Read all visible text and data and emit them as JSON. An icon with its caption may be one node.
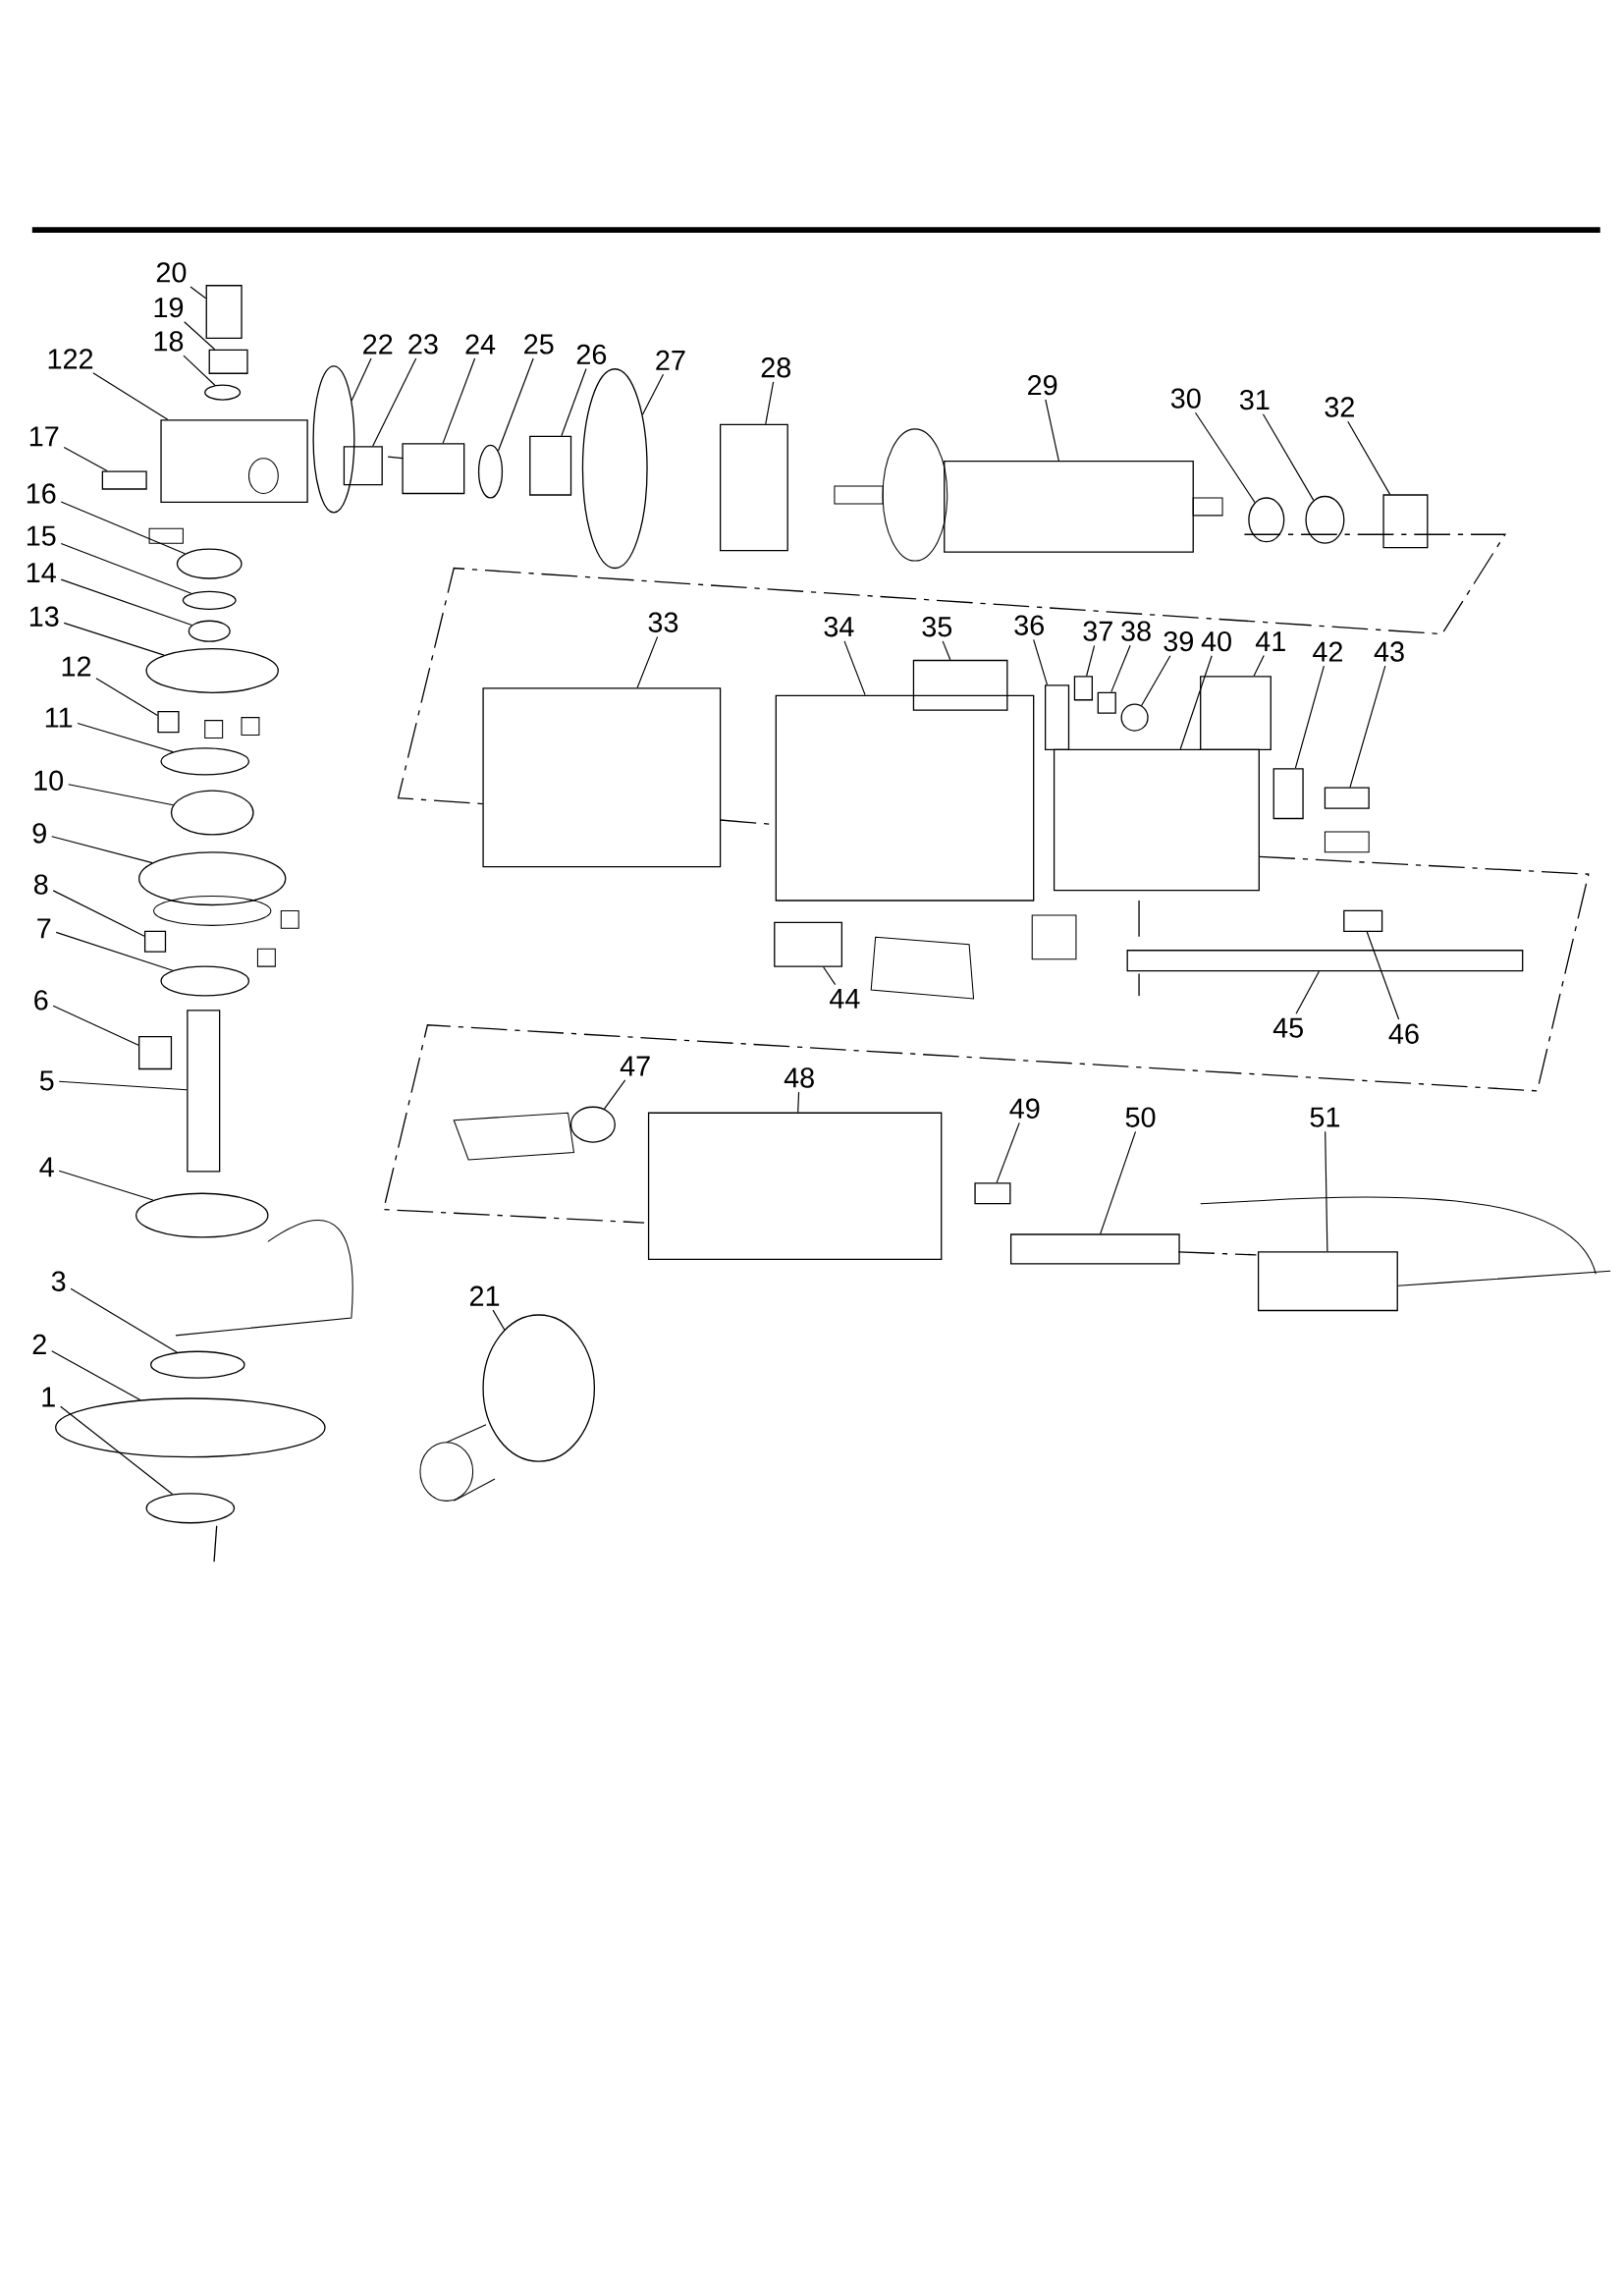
{
  "diagram": {
    "nodes": [
      {
        "text": [
          "20"
        ]
      },
      {
        "text": [
          "19"
        ]
      },
      {
        "text": [
          "18"
        ]
      },
      {
        "text": [
          "122"
        ]
      },
      {
        "text": [
          "22"
        ]
      },
      {
        "text": [
          "23"
        ]
      },
      {
        "text": [
          "24"
        ]
      },
      {
        "text": [
          "25"
        ]
      },
      {
        "text": [
          "26"
        ]
      },
      {
        "text": [
          "27"
        ]
      },
      {
        "text": [
          "28"
        ]
      },
      {
        "text": [
          "29"
        ]
      },
      {
        "text": [
          "30"
        ]
      },
      {
        "text": [
          "31"
        ]
      },
      {
        "text": [
          "32"
        ]
      },
      {
        "text": [
          "17"
        ]
      },
      {
        "text": [
          "16"
        ]
      },
      {
        "text": [
          "15"
        ]
      },
      {
        "text": [
          "14"
        ]
      },
      {
        "text": [
          "13"
        ]
      },
      {
        "text": [
          "33"
        ]
      },
      {
        "text": [
          "34"
        ]
      },
      {
        "text": [
          "35"
        ]
      },
      {
        "text": [
          "36"
        ]
      },
      {
        "text": [
          "37"
        ]
      },
      {
        "text": [
          "38"
        ]
      },
      {
        "text": [
          "39"
        ]
      },
      {
        "text": [
          "40"
        ]
      },
      {
        "text": [
          "41"
        ]
      },
      {
        "text": [
          "42"
        ]
      },
      {
        "text": [
          "43"
        ]
      },
      {
        "text": [
          "12"
        ]
      },
      {
        "text": [
          "11"
        ]
      },
      {
        "text": [
          "10"
        ]
      },
      {
        "text": [
          "9"
        ]
      },
      {
        "text": [
          "8"
        ]
      },
      {
        "text": [
          "7"
        ]
      },
      {
        "text": [
          "6"
        ]
      },
      {
        "text": [
          "44"
        ]
      },
      {
        "text": [
          "45"
        ]
      },
      {
        "text": [
          "46"
        ]
      },
      {
        "text": [
          "47"
        ]
      },
      {
        "text": [
          "48"
        ]
      },
      {
        "text": [
          "5"
        ]
      },
      {
        "text": [
          "49"
        ]
      },
      {
        "text": [
          "50"
        ]
      },
      {
        "text": [
          "51"
        ]
      },
      {
        "text": [
          "4"
        ]
      },
      {
        "text": [
          "3"
        ]
      },
      {
        "text": [
          "21"
        ]
      },
      {
        "text": [
          "2"
        ]
      },
      {
        "text": [
          "1"
        ]
      },
      {
        "text": [],
        "shape": "box"
      },
      {
        "text": [],
        "shape": "box"
      },
      {
        "text": [],
        "shape": "ellipse"
      },
      {
        "text": [],
        "shape": "box"
      },
      {
        "text": [],
        "shape": "ellipse"
      },
      {
        "text": [],
        "shape": "box"
      },
      {
        "text": [],
        "shape": "box"
      },
      {
        "text": [],
        "shape": "ellipse"
      },
      {
        "text": [],
        "shape": "box"
      },
      {
        "text": [],
        "shape": "ellipse"
      },
      {
        "text": [],
        "shape": "box"
      },
      {
        "text": [],
        "shape": "box"
      },
      {
        "text": [],
        "shape": "ellipse"
      },
      {
        "text": [],
        "shape": "ellipse"
      },
      {
        "text": [],
        "shape": "box"
      },
      {
        "text": [],
        "shape": "box"
      },
      {
        "text": [],
        "shape": "ellipse"
      },
      {
        "text": [],
        "shape": "ellipse"
      },
      {
        "text": [],
        "shape": "ellipse"
      },
      {
        "text": [],
        "shape": "ellipse"
      },
      {
        "text": [],
        "shape": "box"
      },
      {
        "text": [],
        "shape": "box"
      },
      {
        "text": [],
        "shape": "box"
      },
      {
        "text": [],
        "shape": "box"
      },
      {
        "text": [],
        "shape": "box"
      },
      {
        "text": [],
        "shape": "box"
      },
      {
        "text": [],
        "shape": "ellipse"
      },
      {
        "text": [],
        "shape": "box"
      },
      {
        "text": [],
        "shape": "box"
      },
      {
        "text": [],
        "shape": "box"
      },
      {
        "text": [],
        "shape": "box"
      },
      {
        "text": [],
        "shape": "box"
      },
      {
        "text": [],
        "shape": "ellipse"
      },
      {
        "text": [],
        "shape": "ellipse"
      },
      {
        "text": [],
        "shape": "ellipse"
      },
      {
        "text": [],
        "shape": "box"
      },
      {
        "text": [],
        "shape": "ellipse"
      },
      {
        "text": [],
        "shape": "box"
      },
      {
        "text": [],
        "shape": "box"
      },
      {
        "text": [],
        "shape": "box"
      },
      {
        "text": [],
        "shape": "box"
      },
      {
        "text": [],
        "shape": "ellipse"
      },
      {
        "text": [],
        "shape": "box"
      },
      {
        "text": [],
        "shape": "box"
      },
      {
        "text": [],
        "shape": "box"
      },
      {
        "text": [],
        "shape": "box"
      },
      {
        "text": [],
        "shape": "box"
      },
      {
        "text": [],
        "shape": "ellipse"
      },
      {
        "text": [],
        "shape": "ellipse"
      },
      {
        "text": [],
        "shape": "ellipse"
      },
      {
        "text": [],
        "shape": "ellipse"
      },
      {
        "text": [],
        "shape": "ellipse"
      }
    ],
    "edges": [
      {
        "from": 0,
        "to": 52,
        "arrow": "none"
      },
      {
        "from": 1,
        "to": 53,
        "arrow": "none"
      },
      {
        "from": 2,
        "to": 54,
        "arrow": "none"
      },
      {
        "from": 3,
        "to": 55,
        "arrow": "none"
      },
      {
        "from": 4,
        "to": 56,
        "arrow": "none"
      },
      {
        "from": 5,
        "to": 57,
        "arrow": "none"
      },
      {
        "from": 6,
        "to": 58,
        "arrow": "none"
      },
      {
        "from": 7,
        "to": 59,
        "arrow": "none"
      },
      {
        "from": 8,
        "to": 60,
        "arrow": "none"
      },
      {
        "from": 9,
        "to": 61,
        "arrow": "none"
      },
      {
        "from": 10,
        "to": 62,
        "arrow": "none"
      },
      {
        "from": 11,
        "to": 63,
        "arrow": "none"
      },
      {
        "from": 12,
        "to": 64,
        "arrow": "none"
      },
      {
        "from": 13,
        "to": 65,
        "arrow": "none"
      },
      {
        "from": 14,
        "to": 66,
        "arrow": "none"
      },
      {
        "from": 15,
        "to": 67,
        "arrow": "none"
      },
      {
        "from": 16,
        "to": 68,
        "arrow": "none"
      },
      {
        "from": 17,
        "to": 69,
        "arrow": "none"
      },
      {
        "from": 18,
        "to": 70,
        "arrow": "none"
      },
      {
        "from": 19,
        "to": 71,
        "arrow": "none"
      },
      {
        "from": 20,
        "to": 72,
        "arrow": "none"
      },
      {
        "from": 21,
        "to": 73,
        "arrow": "none"
      },
      {
        "from": 22,
        "to": 74,
        "arrow": "none"
      },
      {
        "from": 23,
        "to": 75,
        "arrow": "none"
      },
      {
        "from": 24,
        "to": 76,
        "arrow": "none"
      },
      {
        "from": 25,
        "to": 77,
        "arrow": "none"
      },
      {
        "from": 26,
        "to": 78,
        "arrow": "none"
      },
      {
        "from": 27,
        "to": 79,
        "arrow": "none"
      },
      {
        "from": 28,
        "to": 80,
        "arrow": "none"
      },
      {
        "from": 29,
        "to": 81,
        "arrow": "none"
      },
      {
        "from": 30,
        "to": 82,
        "arrow": "none"
      },
      {
        "from": 31,
        "to": 83,
        "arrow": "none"
      },
      {
        "from": 32,
        "to": 84,
        "arrow": "none"
      },
      {
        "from": 33,
        "to": 85,
        "arrow": "none"
      },
      {
        "from": 34,
        "to": 86,
        "arrow": "none"
      },
      {
        "from": 35,
        "to": 87,
        "arrow": "none"
      },
      {
        "from": 36,
        "to": 88,
        "arrow": "none"
      },
      {
        "from": 37,
        "to": 89,
        "arrow": "none"
      },
      {
        "from": 38,
        "to": 90,
        "arrow": "none"
      },
      {
        "from": 39,
        "to": 91,
        "arrow": "none"
      },
      {
        "from": 40,
        "to": 92,
        "arrow": "none"
      },
      {
        "from": 41,
        "to": 93,
        "arrow": "none"
      },
      {
        "from": 42,
        "to": 94,
        "arrow": "none"
      },
      {
        "from": 43,
        "to": 95,
        "arrow": "none"
      },
      {
        "from": 44,
        "to": 96,
        "arrow": "none"
      },
      {
        "from": 45,
        "to": 97,
        "arrow": "none"
      },
      {
        "from": 46,
        "to": 98,
        "arrow": "none"
      },
      {
        "from": 47,
        "to": 99,
        "arrow": "none"
      },
      {
        "from": 48,
        "to": 100,
        "arrow": "none"
      },
      {
        "from": 49,
        "to": 101,
        "arrow": "none"
      },
      {
        "from": 50,
        "to": 102,
        "arrow": "none"
      },
      {
        "from": 51,
        "to": 103,
        "arrow": "none"
      }
    ]
  }
}
